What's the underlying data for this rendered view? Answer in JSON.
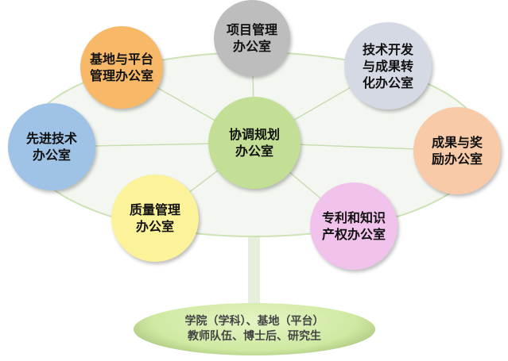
{
  "center": {
    "label": "协调规划办公室"
  },
  "nodes": [
    {
      "label": "项目管理办公室",
      "color": "#bdbdbd"
    },
    {
      "label": "基地与平台管理办公室",
      "color": "#f7b868"
    },
    {
      "label": "技术开发与成果转化办公室",
      "color": "#d5d9e3"
    },
    {
      "label": "先进技术办公室",
      "color": "#9fc3e6"
    },
    {
      "label": "成果与奖励办公室",
      "color": "#f8caa8"
    },
    {
      "label": "质量管理办公室",
      "color": "#fbf29a"
    },
    {
      "label": "专利和知识产权办公室",
      "color": "#f1c3ec"
    }
  ],
  "base": {
    "line1": "学院（学科）、基地（平台）",
    "line2": "教师队伍、博士后、研究生"
  }
}
